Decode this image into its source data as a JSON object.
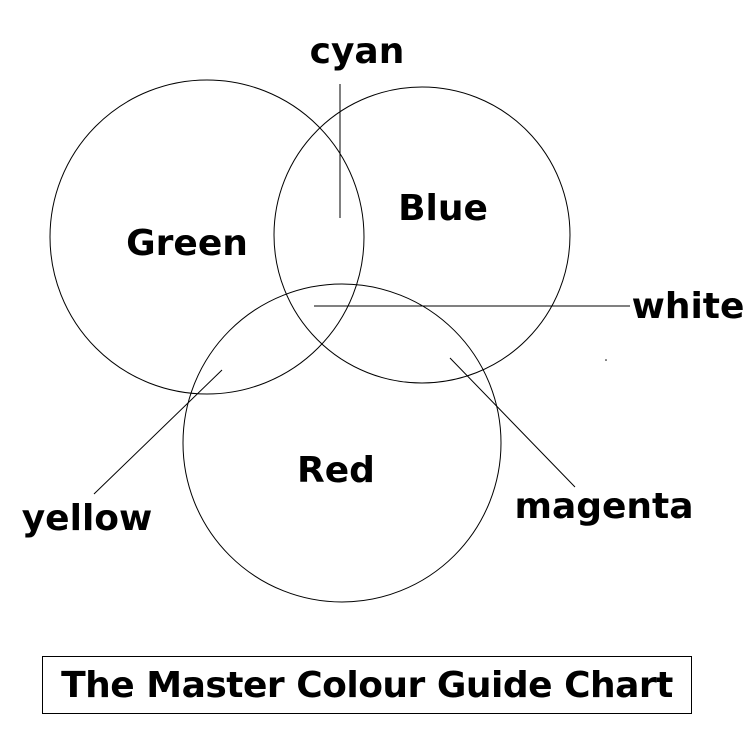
{
  "title": "The Master Colour Guide Chart",
  "circles": {
    "green": "Green",
    "blue": "Blue",
    "red": "Red"
  },
  "mixes": {
    "cyan": "cyan",
    "white": "white",
    "yellow": "yellow",
    "magenta": "magenta"
  },
  "line_color": "#000000",
  "background_color": "#ffffff"
}
